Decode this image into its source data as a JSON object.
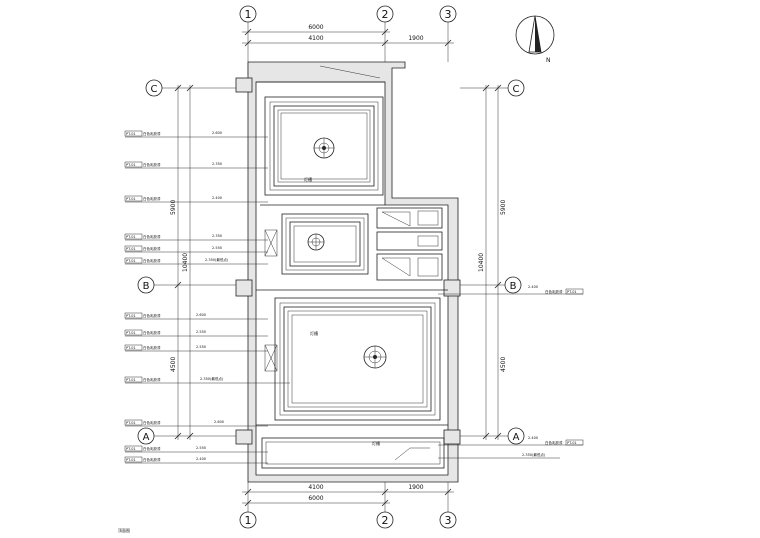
{
  "grid_columns": [
    "1",
    "2",
    "3"
  ],
  "grid_rows": [
    "A",
    "B",
    "C"
  ],
  "top_dims": {
    "segments": [
      "4100",
      "1900"
    ],
    "total": "6000"
  },
  "bottom_dims": {
    "segments": [
      "4100",
      "1900"
    ],
    "total": "6000"
  },
  "left_dims": {
    "upper": "5900",
    "lower": "4500",
    "total": "10400"
  },
  "right_dims": {
    "upper": "5900",
    "lower": "4500",
    "total": "10400"
  },
  "north_label": "N",
  "left_tags": [
    {
      "code": "PT-01",
      "text": "白色乳胶漆",
      "elev": "2.600"
    },
    {
      "code": "PT-01",
      "text": "白色乳胶漆",
      "elev": "2.350"
    },
    {
      "code": "PT-01",
      "text": "白色乳胶漆",
      "elev": "2.400"
    },
    {
      "code": "PT-01",
      "text": "白色乳胶漆",
      "elev": "2.350"
    },
    {
      "code": "PT-01",
      "text": "白色乳胶漆",
      "elev": "2.550"
    },
    {
      "code": "PT-01",
      "text": "白色乳胶漆",
      "elev": "2.350(最低点)"
    },
    {
      "code": "PT-01",
      "text": "白色乳胶漆",
      "elev": "2.600"
    },
    {
      "code": "PT-01",
      "text": "白色乳胶漆",
      "elev": "2.550"
    },
    {
      "code": "PT-01",
      "text": "白色乳胶漆",
      "elev": "2.550"
    },
    {
      "code": "PT-01",
      "text": "白色乳胶漆",
      "elev": "2.350(最低点)"
    },
    {
      "code": "PT-01",
      "text": "白色乳胶漆",
      "elev": "2.600"
    },
    {
      "code": "PT-01",
      "text": "白色乳胶漆",
      "elev": "2.550"
    },
    {
      "code": "PT-01",
      "text": "白色乳胶漆",
      "elev": "2.400"
    }
  ],
  "right_tags": [
    {
      "code": "PT-01",
      "text": "白色乳胶漆",
      "elev": "2.400"
    },
    {
      "code": "PT-01",
      "text": "白色乳胶漆",
      "elev": "2.400"
    },
    {
      "code": "PT-01",
      "text": "白色乳胶漆",
      "elev": "2.350(最低点)"
    }
  ],
  "room_notes": [
    "灯槽",
    "灯槽",
    "灯槽"
  ],
  "footer_label": "顶面图"
}
